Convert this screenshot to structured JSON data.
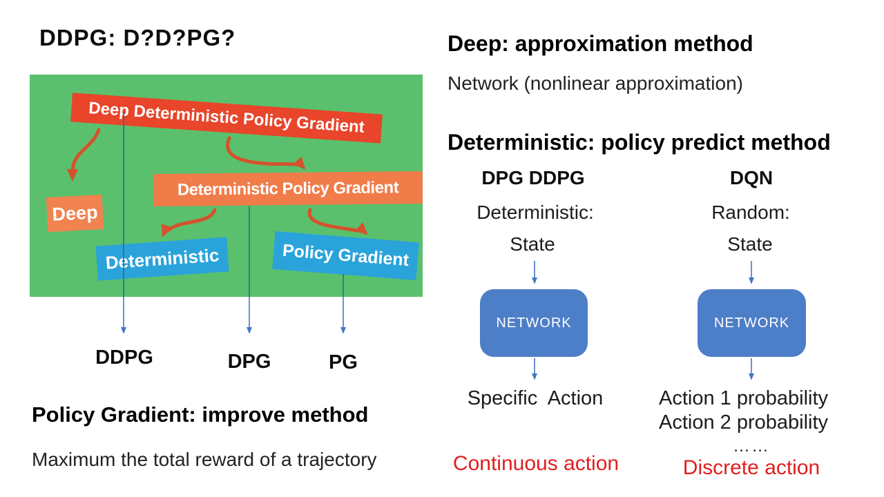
{
  "title": "DDPG: D?D?PG?",
  "figure": {
    "banner_ddpg": "Deep Deterministic Policy Gradient",
    "box_deep": "Deep",
    "banner_dpg": "Deterministic Policy Gradient",
    "box_deterministic": "Deterministic",
    "box_policy_gradient": "Policy Gradient",
    "label_ddpg": "DDPG",
    "label_dpg": "DPG",
    "label_pg": "PG"
  },
  "pg_section": {
    "heading": "Policy Gradient: improve method",
    "body": "Maximum the total reward of a trajectory"
  },
  "deep_section": {
    "heading": "Deep: approximation method",
    "body": "Network (nonlinear approximation)"
  },
  "det_section": {
    "heading": "Deterministic: policy predict method",
    "left_col": {
      "header": "DPG DDPG",
      "policy": "Deterministic:",
      "input": "State",
      "network_label": "NETWORK",
      "output": "Specific Action",
      "footer": "Continuous action"
    },
    "right_col": {
      "header": "DQN",
      "policy": "Random:",
      "input": "State",
      "network_label": "NETWORK",
      "outputs": [
        "Action 1 probability",
        "Action 2 probability",
        "……"
      ],
      "footer": "Discrete action"
    }
  },
  "colors": {
    "figure_bg": "#5bc06d",
    "banner_red": "#e8452a",
    "banner_orange": "#f07c4a",
    "box_blue": "#2aa3db",
    "curve_arrow_red": "#d5512d",
    "connector_blue": "#4575c8",
    "connector_dark": "#39667f",
    "network_box_blue": "#4d7ec8",
    "action_text_red": "#df1f1f"
  }
}
